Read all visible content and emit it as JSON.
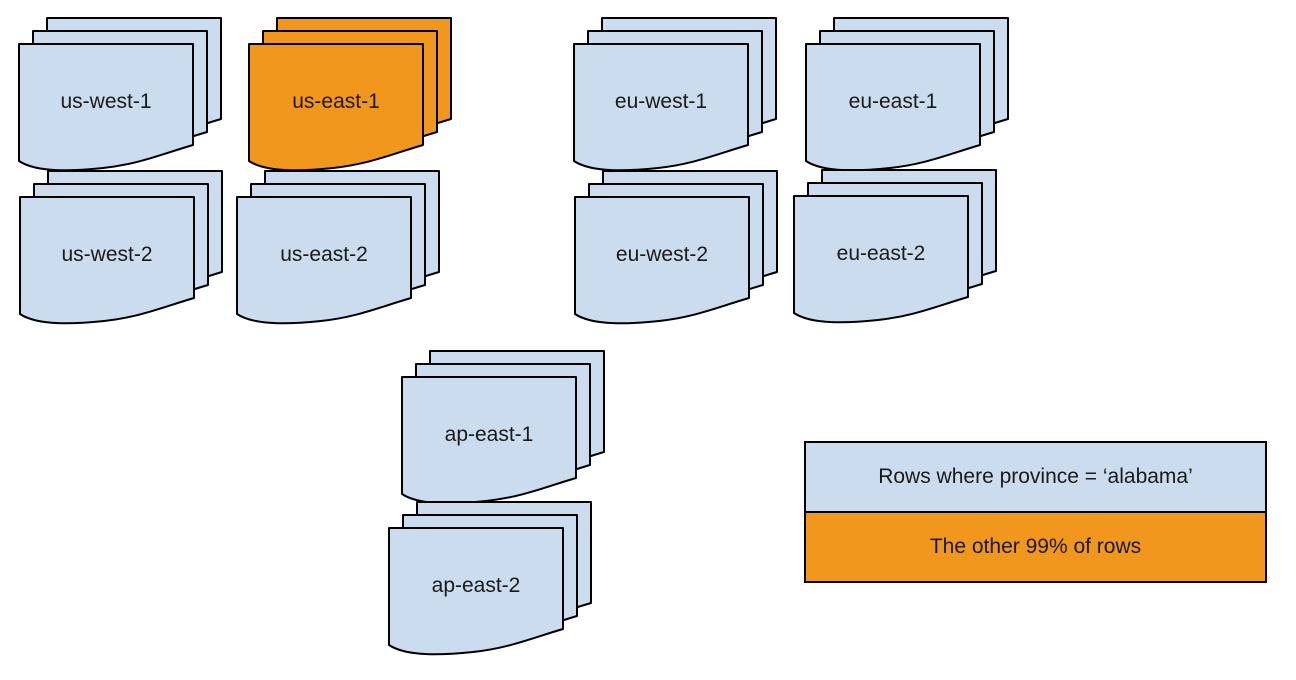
{
  "colors": {
    "region_fill": "#ccdcef",
    "highlight_fill": "#f2971d",
    "stroke": "#000000",
    "background": "#ffffff",
    "text": "#1a1a1a"
  },
  "stacks": [
    {
      "label": "us-west-1",
      "highlighted": false
    },
    {
      "label": "us-east-1",
      "highlighted": true
    },
    {
      "label": "eu-west-1",
      "highlighted": false
    },
    {
      "label": "eu-east-1",
      "highlighted": false
    },
    {
      "label": "us-west-2",
      "highlighted": false
    },
    {
      "label": "us-east-2",
      "highlighted": false
    },
    {
      "label": "eu-west-2",
      "highlighted": false
    },
    {
      "label": "eu-east-2",
      "highlighted": false
    },
    {
      "label": "ap-east-1",
      "highlighted": false
    },
    {
      "label": "ap-east-2",
      "highlighted": false
    }
  ],
  "legend": {
    "rows": [
      {
        "label": "Rows where province = ‘alabama’",
        "color_key": "region_fill"
      },
      {
        "label": "The other 99% of rows",
        "color_key": "highlight_fill"
      }
    ]
  }
}
